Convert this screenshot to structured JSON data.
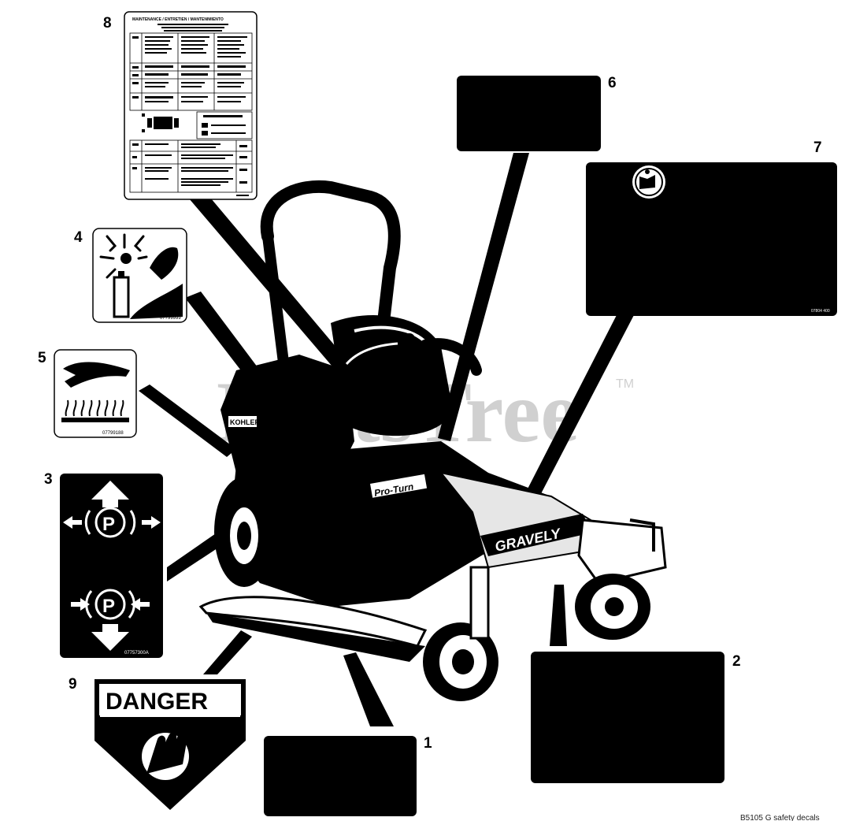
{
  "callouts": [
    "1",
    "2",
    "3",
    "4",
    "5",
    "6",
    "7",
    "8",
    "9"
  ],
  "watermark": {
    "brand": "PartsTree",
    "tm": "TM"
  },
  "mower_brand": "GRAVELY",
  "mower_model_badge": "Pro-Turn",
  "engine_badge": "KOHLER",
  "danger_decal": {
    "text": "DANGER"
  },
  "decal_numbers": {
    "d3": "07757300A",
    "d4": "07799999",
    "d5": "07799188",
    "d7": "07804 400"
  },
  "decal8": {
    "title": "MAINTENANCE / ENTRETIEN / MANTENIMIENTO"
  },
  "footer": "B5105 G safety decals",
  "colors": {
    "ink": "#000000",
    "paper": "#ffffff",
    "watermark": "#c8c8c8"
  }
}
